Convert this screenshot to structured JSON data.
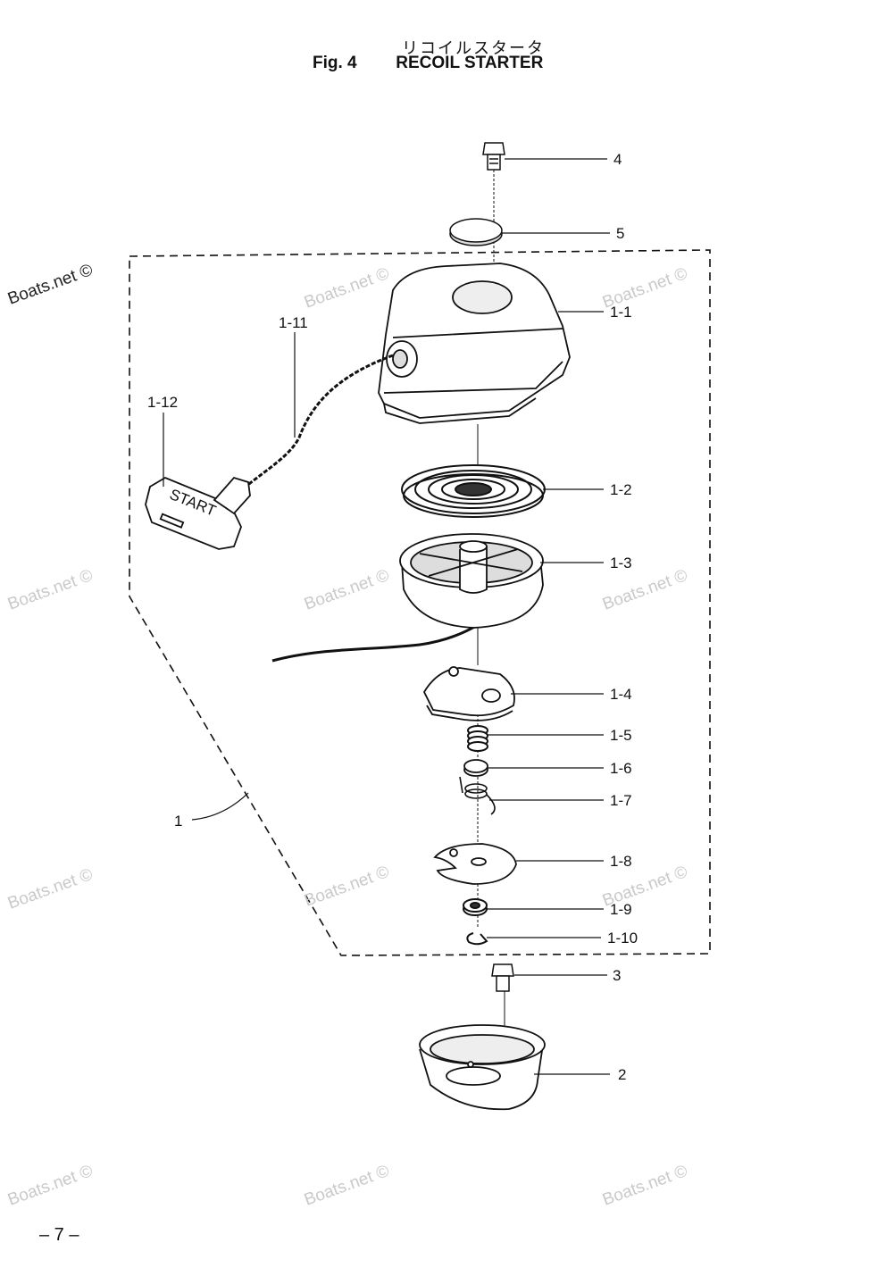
{
  "header": {
    "title_jp": "リコイルスタータ",
    "fig_label": "Fig. 4",
    "title": "RECOIL STARTER"
  },
  "watermark": "Boats.net ©",
  "handle_text": "START",
  "page_number": "– 7 –",
  "callouts": {
    "c4": "4",
    "c5": "5",
    "c1_1": "1-1",
    "c1_11": "1-11",
    "c1_12": "1-12",
    "c1_2": "1-2",
    "c1_3": "1-3",
    "c1_4": "1-4",
    "c1_5": "1-5",
    "c1_6": "1-6",
    "c1_7": "1-7",
    "c1": "1",
    "c1_8": "1-8",
    "c1_9": "1-9",
    "c1_10": "1-10",
    "c3": "3",
    "c2": "2"
  }
}
